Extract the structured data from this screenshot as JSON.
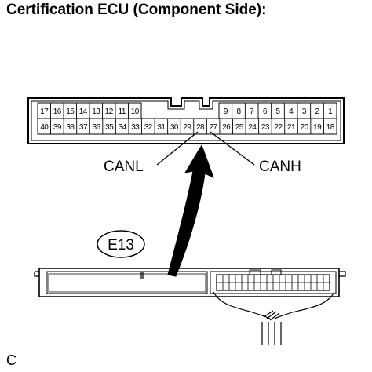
{
  "title": "Certification ECU (Component Side):",
  "connector": {
    "top_left_pins": [
      "17",
      "16",
      "15",
      "14",
      "13",
      "12",
      "11",
      "10"
    ],
    "top_right_pins": [
      "9",
      "8",
      "7",
      "6",
      "5",
      "4",
      "3",
      "2",
      "1"
    ],
    "bottom_pins": [
      "40",
      "39",
      "38",
      "37",
      "36",
      "35",
      "34",
      "33",
      "32",
      "31",
      "30",
      "29",
      "28",
      "27",
      "26",
      "25",
      "24",
      "23",
      "22",
      "21",
      "20",
      "19",
      "18"
    ]
  },
  "labels": {
    "canl": "CANL",
    "canh": "CANH",
    "connector_id": "E13",
    "corner": "C"
  }
}
